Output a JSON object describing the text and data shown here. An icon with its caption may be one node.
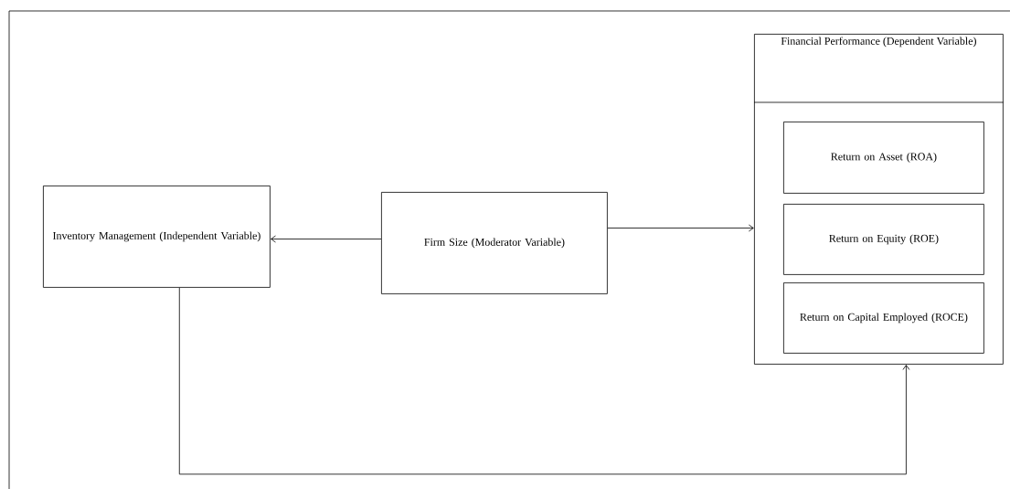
{
  "diagram": {
    "nodes": [
      {
        "text": [
          "Inventory Management (Independent Variable)"
        ]
      },
      {
        "text": [
          "Firm Size (Moderator Variable)"
        ]
      },
      {
        "text": [
          "Financial Performance (Dependent Variable)"
        ]
      },
      {
        "text": [
          "Return on Asset (ROA)"
        ],
        "in": 2
      },
      {
        "text": [
          "Return on Equity (ROE)"
        ],
        "in": 2
      },
      {
        "text": [
          "Return on Capital Employed (ROCE)"
        ],
        "in": 2
      }
    ],
    "edges": [
      {
        "from": 1,
        "to": 0,
        "arrow": "to"
      },
      {
        "from": 1,
        "to": 2,
        "arrow": "to"
      },
      {
        "from": 0,
        "to": 2,
        "arrow": "to"
      }
    ]
  }
}
